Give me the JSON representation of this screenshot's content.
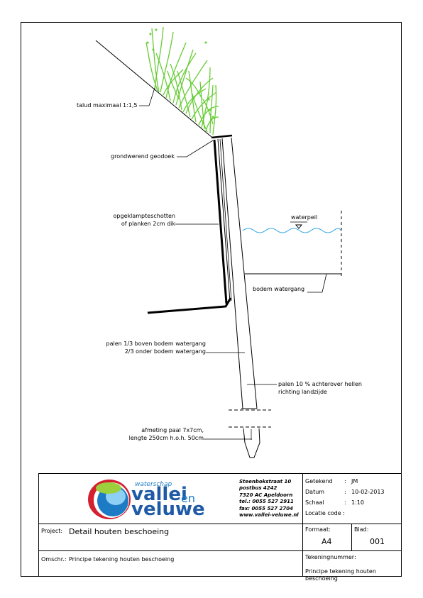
{
  "labels": {
    "talud": "talud maximaal 1:1,5",
    "geodoek": "grondwerend geodoek",
    "schotten_1": "opgeklampteschotten",
    "schotten_2": "of planken 2cm dik",
    "waterpeil": "waterpeil",
    "bodem": "bodem watergang",
    "palen_1": "palen 1/3 boven bodem watergang",
    "palen_2": "2/3 onder bodem watergang",
    "helling_1": "palen 10 % achterover hellen",
    "helling_2": "richting landzijde",
    "afmeting_1": "afmeting paal 7x7cm,",
    "afmeting_2": "lengte 250cm h.o.h. 50cm"
  },
  "logo": {
    "line1": "waterschap",
    "line2": "vallei",
    "line3": "en",
    "line4": "veluwe"
  },
  "address": {
    "street": "Steenbokstraat 10",
    "postbus": "postbus 4242",
    "city": "7320 AC Apeldoorn",
    "tel": "tel.: 0055 527 2911",
    "fax": "fax: 0055 527 2704",
    "web": "www.vallei-veluwe.nl"
  },
  "meta": {
    "getekend_label": "Getekend",
    "getekend_value": "JM",
    "datum_label": "Datum",
    "datum_value": "10-02-2013",
    "schaal_label": "Schaal",
    "schaal_value": "1:10",
    "locatie_label": "Locatie code :",
    "colon": ":"
  },
  "project": {
    "label": "Project:",
    "value": "Detail houten beschoeing"
  },
  "format": {
    "label": "Formaat:",
    "value": "A4"
  },
  "blad": {
    "label": "Blad:",
    "value": "001"
  },
  "omschr": {
    "label": "Omschr.:",
    "value": "Principe tekening houten beschoeing"
  },
  "tekening": {
    "label": "Tekeningnummer:",
    "value": "Principe tekening houten beschoeing"
  },
  "colors": {
    "grass": "#66cc33",
    "water": "#2ea3e6",
    "logo_blue": "#1f5aa6",
    "logo_red": "#d4202f"
  }
}
